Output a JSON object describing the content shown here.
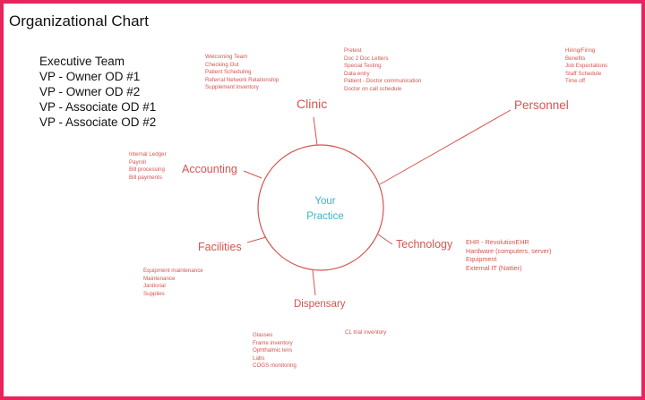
{
  "title": "Organizational Chart",
  "executive": [
    "Executive Team",
    "VP - Owner OD #1",
    "VP - Owner OD #2",
    "VP - Associate OD #1",
    "VP - Associate OD #2"
  ],
  "center": {
    "line1": "Your",
    "line2": "Practice"
  },
  "colors": {
    "border": "#e8245c",
    "branch": "#d4554f",
    "center": "#3fb0c8"
  },
  "branches": {
    "clinic": {
      "label": "Clinic",
      "notes": [
        "Welcoming Team",
        "Checking Out",
        "Patient Scheduling",
        "Referral Network Relationship",
        "Supplement inventory"
      ]
    },
    "clinic2": {
      "notes": [
        "Pretest",
        "Doc 2 Doc Letters",
        "Special Testing",
        "Data entry",
        "Patient - Doctor communication",
        "Doctor on call schedule"
      ]
    },
    "personnel": {
      "label": "Personnel",
      "notes": [
        "Hiring/Firing",
        "Benefits",
        "Job Expectations",
        "Staff Schedule",
        "Time off"
      ]
    },
    "accounting": {
      "label": "Accounting",
      "notes": [
        "Internal Ledger",
        "Payroll",
        "Bill processing",
        "Bill payments"
      ]
    },
    "technology": {
      "label": "Technology",
      "notes": [
        "EHR - RevolutionEHR",
        "Hardware (computers, server)",
        "Equipment",
        "External IT (Nattier)"
      ]
    },
    "facilities": {
      "label": "Facilities",
      "notes": [
        "Equipment maintenance",
        "Maintenance",
        "Janitorial",
        "Supplies"
      ]
    },
    "dispensary": {
      "label": "Dispensary",
      "notes": [
        "Glasses",
        "Frame inventory",
        "Ophthalmic lens",
        "Labs",
        "COGS monitoring"
      ]
    },
    "cl": {
      "notes": [
        "CL trial inventory"
      ]
    }
  }
}
